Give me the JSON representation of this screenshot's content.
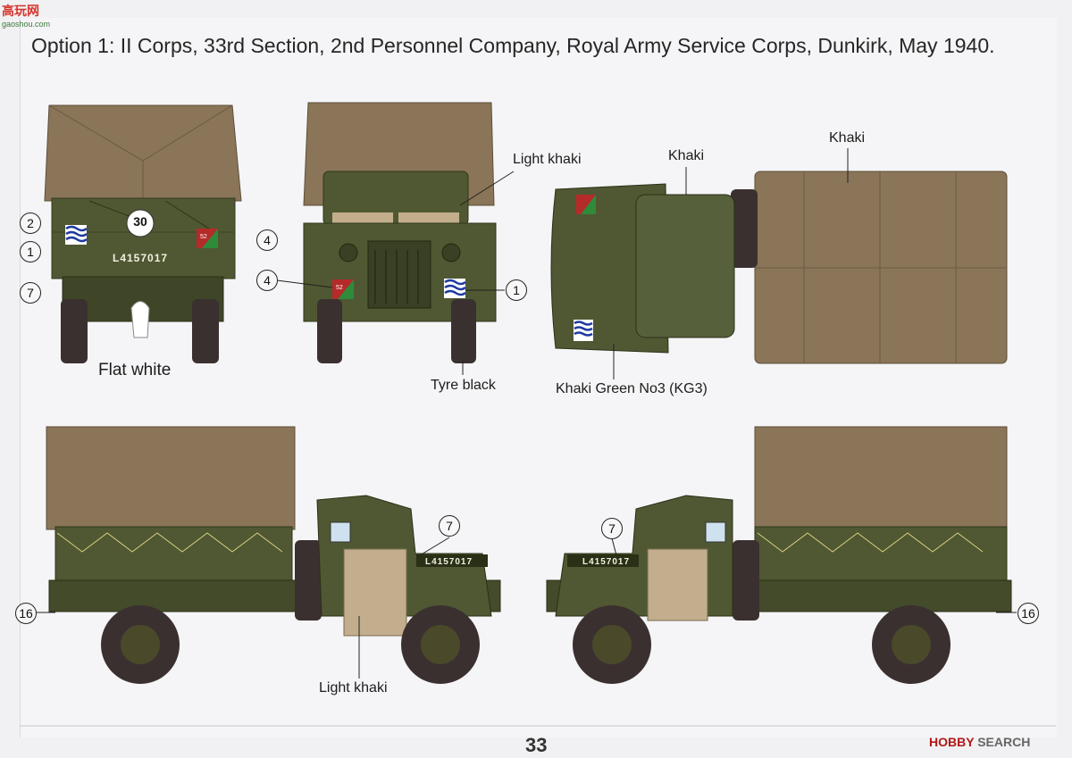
{
  "watermark_top": {
    "name": "高玩网",
    "url": "gaoshou.com"
  },
  "title": "Option 1: II Corps, 33rd Section, 2nd Personnel Company, Royal Army Service Corps, Dunkirk, May 1940.",
  "labels": {
    "flat_white": "Flat white",
    "tyre_black": "Tyre black",
    "light_khaki_front": "Light khaki",
    "khaki_top_cab": "Khaki",
    "khaki_top_body": "Khaki",
    "khaki_green": "Khaki Green No3 (KG3)",
    "light_khaki_side": "Light khaki"
  },
  "callouts": {
    "rear_2": "2",
    "rear_1": "1",
    "rear_7": "7",
    "rear_4": "4",
    "front_4": "4",
    "front_1": "1",
    "side_left_7": "7",
    "side_left_16": "16",
    "side_right_7": "7",
    "side_right_16": "16"
  },
  "markings": {
    "registration": "L4157017",
    "bridge_class": "30",
    "unit_code": "52"
  },
  "colors": {
    "khaki_canvas": "#8a7558",
    "khaki_green": "#4f5832",
    "light_khaki": "#c2ae8c",
    "tyre_black": "#3b3030",
    "flat_white": "#ffffff"
  },
  "page_number": "33",
  "watermark_bottom": {
    "brand": "HOBBY",
    "text": "SEARCH"
  }
}
